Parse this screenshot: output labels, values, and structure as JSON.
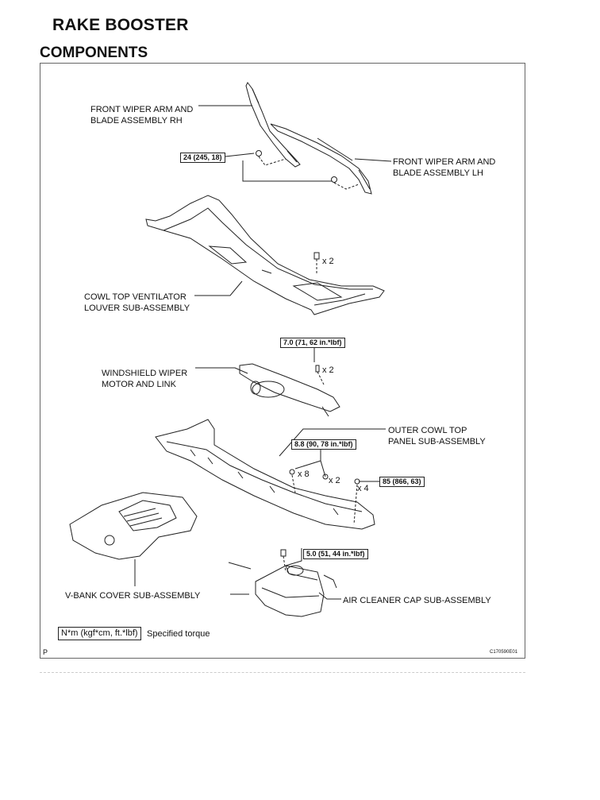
{
  "header": {
    "title": "RAKE BOOSTER",
    "section": "COMPONENTS"
  },
  "labels": {
    "wiper_arm_rh": [
      "FRONT WIPER ARM AND",
      "BLADE ASSEMBLY RH"
    ],
    "wiper_arm_lh": [
      "FRONT WIPER ARM AND",
      "BLADE ASSEMBLY LH"
    ],
    "cowl_louver": [
      "COWL TOP VENTILATOR",
      "LOUVER SUB-ASSEMBLY"
    ],
    "wiper_motor": [
      "WINDSHIELD WIPER",
      "MOTOR AND LINK"
    ],
    "outer_cowl": [
      "OUTER COWL TOP",
      "PANEL SUB-ASSEMBLY"
    ],
    "vbank_cover": "V-BANK COVER SUB-ASSEMBLY",
    "air_cleaner_cap": "AIR CLEANER CAP SUB-ASSEMBLY"
  },
  "torques": {
    "wiper_arm_nut": "24 (245, 18)",
    "wiper_motor_bolt": "7.0 (71, 62 in.*lbf)",
    "outer_cowl_bolt": "8.8 (90, 78 in.*lbf)",
    "outer_cowl_nut": "85 (866, 63)",
    "air_cleaner_bolt": "5.0 (51, 44 in.*lbf)"
  },
  "quantities": {
    "louver_clip": "x 2",
    "motor_bolt": "x 2",
    "cowl_bolt_a": "x 8",
    "cowl_bolt_b": "x 2",
    "cowl_nut": "x 4"
  },
  "legend": {
    "unit": "N*m (kgf*cm, ft.*lbf)",
    "meaning": "Specified torque"
  },
  "footer": {
    "page_mark": "P",
    "figure_id": "C170590E01"
  }
}
